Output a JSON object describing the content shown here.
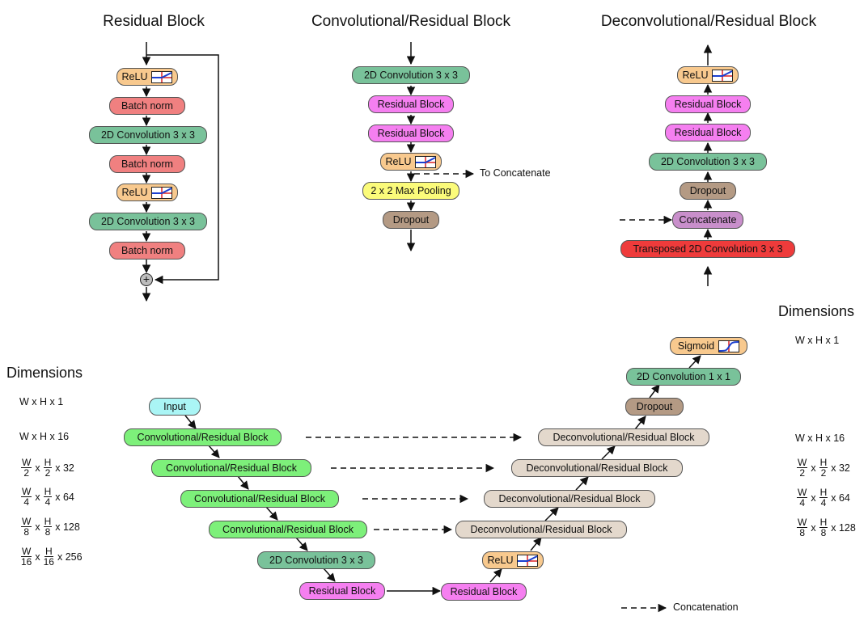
{
  "titles": {
    "residual": "Residual Block",
    "conv_res": "Convolutional/Residual Block",
    "deconv_res": "Deconvolutional/Residual Block"
  },
  "residual_block": {
    "relu1": "ReLU",
    "bn1": "Batch norm",
    "conv1": "2D Convolution 3 x 3",
    "bn2": "Batch norm",
    "relu2": "ReLU",
    "conv2": "2D Convolution 3 x 3",
    "bn3": "Batch norm",
    "add_symbol": "+"
  },
  "conv_res_block": {
    "conv": "2D Convolution 3 x 3",
    "res1": "Residual Block",
    "res2": "Residual Block",
    "relu": "ReLU",
    "to_concat": "To Concatenate",
    "pool": "2 x 2 Max Pooling",
    "dropout": "Dropout"
  },
  "deconv_res_block": {
    "relu": "ReLU",
    "res1": "Residual Block",
    "res2": "Residual Block",
    "conv": "2D Convolution 3 x 3",
    "dropout": "Dropout",
    "concat": "Concatenate",
    "tconv": "Transposed 2D Convolution 3 x 3"
  },
  "network": {
    "input": "Input",
    "enc1": "Convolutional/Residual Block",
    "enc2": "Convolutional/Residual Block",
    "enc3": "Convolutional/Residual Block",
    "enc4": "Convolutional/Residual Block",
    "bottleneck_conv": "2D Convolution 3 x 3",
    "bottleneck_res1": "Residual Block",
    "bottleneck_res2": "Residual Block",
    "relu": "ReLU",
    "dec4": "Deconvolutional/Residual Block",
    "dec3": "Deconvolutional/Residual Block",
    "dec2": "Deconvolutional/Residual Block",
    "dec1": "Deconvolutional/Residual Block",
    "dropout": "Dropout",
    "conv_1x1": "2D Convolution 1 x 1",
    "sigmoid": "Sigmoid"
  },
  "dimensions_left": {
    "heading": "Dimensions",
    "rows": [
      {
        "text": "W x H x 1"
      },
      {
        "text": "W x H x 16"
      },
      {
        "w_num": "W",
        "w_den": "2",
        "times1": "x",
        "h_num": "H",
        "h_den": "2",
        "suffix": "x 32"
      },
      {
        "w_num": "W",
        "w_den": "4",
        "times1": "x",
        "h_num": "H",
        "h_den": "4",
        "suffix": "x 64"
      },
      {
        "w_num": "W",
        "w_den": "8",
        "times1": "x",
        "h_num": "H",
        "h_den": "8",
        "suffix": "x 128"
      },
      {
        "w_num": "W",
        "w_den": "16",
        "times1": "x",
        "h_num": "H",
        "h_den": "16",
        "suffix": "x 256"
      }
    ]
  },
  "dimensions_right": {
    "heading": "Dimensions",
    "rows": [
      {
        "text": "W x H x 1"
      },
      {
        "text": "W x H x 16"
      },
      {
        "w_num": "W",
        "w_den": "2",
        "times1": "x",
        "h_num": "H",
        "h_den": "2",
        "suffix": "x 32"
      },
      {
        "w_num": "W",
        "w_den": "4",
        "times1": "x",
        "h_num": "H",
        "h_den": "4",
        "suffix": "x 64"
      },
      {
        "w_num": "W",
        "w_den": "8",
        "times1": "x",
        "h_num": "H",
        "h_den": "8",
        "suffix": "x 128"
      }
    ]
  },
  "legend": {
    "concatenation": "Concatenation"
  },
  "colors": {
    "relu": "#f8c98e",
    "batch_norm": "#f08080",
    "conv": "#79c29a",
    "residual": "#f57ff0",
    "pool": "#fbfb7a",
    "dropout": "#b49a84",
    "concat": "#c98fcb",
    "tconv": "#ee3b3b",
    "input": "#aaf5f5",
    "enc_block": "#7df07a",
    "dec_block": "#e3d8cc",
    "sigmoid": "#f8c98e"
  }
}
